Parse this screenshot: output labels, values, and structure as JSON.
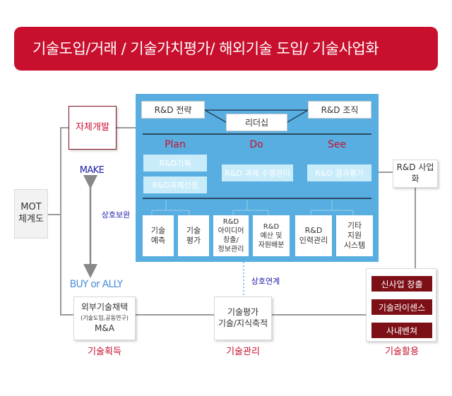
{
  "title": "기술도입/거래 / 기술가치평가/ 해외기술 도입/ 기술사업화",
  "left": {
    "mot": "MOT\n체계도",
    "self_dev": "자체개발",
    "make": "MAKE",
    "mutual": "상호보완",
    "buy": "BUY or ALLY",
    "external": "외부기술채택",
    "external_sub": "(기술도입,공동연구)",
    "ma": "M&A",
    "acquire": "기술획득"
  },
  "panel": {
    "strategy": "R&D 전략",
    "org": "R&D 조직",
    "leadership": "리더십",
    "plan": "Plan",
    "do": "Do",
    "see": "See",
    "planning": "R&D기획",
    "selection": "R&D과제선정",
    "execution": "R&D 과제 수행관리",
    "evaluation": "R&D 결과평가",
    "lower": [
      "기술\n예측",
      "기술\n평가",
      "R&D\n아이디어\n창출/\n정보관리",
      "R&D\n예산 및\n자원배분",
      "R&D\n인력관리",
      "기타\n지원\n시스템"
    ]
  },
  "middle": {
    "link": "상호연계",
    "eval_box": "기술평가\n기술/지식축적",
    "manage": "기술관리"
  },
  "right": {
    "commercialize": "R&D 사업화",
    "items": [
      "신사업 창출",
      "기술라이센스",
      "사내벤쳐"
    ],
    "utilize": "기술활용"
  }
}
